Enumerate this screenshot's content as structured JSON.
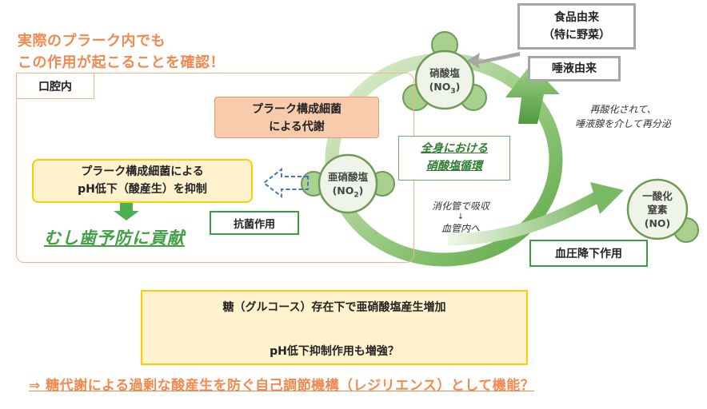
{
  "headline": {
    "line1": "実際のプラーク内でも",
    "line2": "この作用が起こることを確認！"
  },
  "oral_cavity": {
    "label": "口腔内"
  },
  "plaque_metabolism": {
    "line1": "プラーク構成細菌",
    "line2": "による代謝"
  },
  "ph_drop": {
    "line1": "プラーク構成細菌による",
    "line2": "pH低下（酸産生）を抑制"
  },
  "caries_prevention": "むし歯予防に貢献",
  "antibacterial": "抗菌作用",
  "food_source": {
    "line1": "食品由来",
    "line2": "（特に野菜）"
  },
  "saliva_source": "唾液由来",
  "nitrate": {
    "name": "硝酸塩",
    "formula_prefix": "(NO",
    "formula_sub": "3",
    "formula_suffix": ")"
  },
  "nitrite": {
    "name": "亜硝酸塩",
    "formula_prefix": "(NO",
    "formula_sub": "2",
    "formula_suffix": ")"
  },
  "nitric_oxide": {
    "line1": "一酸化",
    "line2": "窒素",
    "formula": "(NO)"
  },
  "cycle_label": {
    "line1": "全身における",
    "line2": "硝酸塩循環"
  },
  "resecretion_note": {
    "line1": "再酸化されて、",
    "line2": "唾液腺を介して再分泌"
  },
  "absorption_note": {
    "line1": "消化管で吸収",
    "arrow": "↓",
    "line2": "血管内へ"
  },
  "bp_lowering": "血圧降下作用",
  "sugar_box": {
    "line1": "糖（グルコース）存在下で亜硝酸塩産生増加",
    "line2": "pH低下抑制作用も増強？"
  },
  "conclusion": "⇒ 糖代謝による過剰な酸産生を防ぐ自己調節機構（レジリエンス）として機能？",
  "colors": {
    "orange": "#f2894f",
    "green": "#3d9b45",
    "yellow_border": "#ffcc00",
    "yellow_fill": "#fff2cc",
    "salmon": "#f8cbad",
    "molecule_fill": "#a9d18e",
    "molecule_center": "#eef5e8"
  }
}
